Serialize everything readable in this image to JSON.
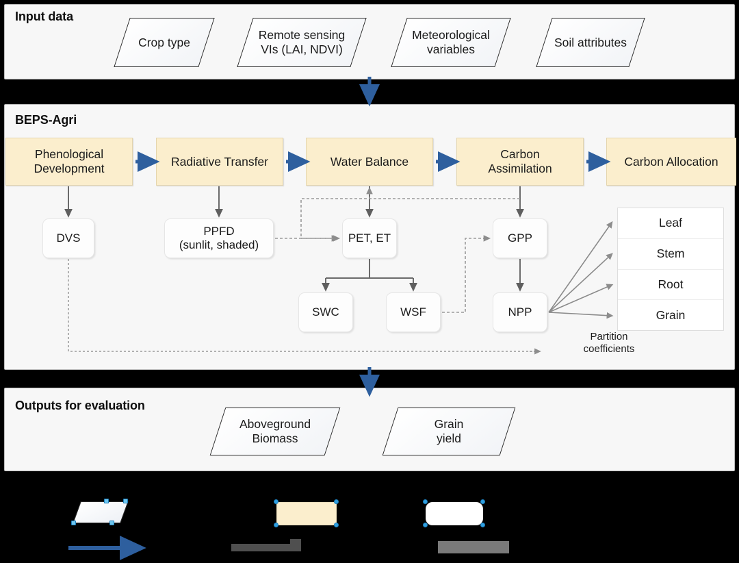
{
  "sections": {
    "input": {
      "title": "Input data"
    },
    "model": {
      "title": "BEPS-Agri"
    },
    "output": {
      "title": "Outputs for evaluation"
    }
  },
  "input_nodes": [
    {
      "label": "Crop type",
      "shape": "parallelogram"
    },
    {
      "label": "Remote sensing\nVIs (LAI, NDVI)",
      "shape": "parallelogram"
    },
    {
      "label": "Meteorological\nvariables",
      "shape": "parallelogram"
    },
    {
      "label": "Soil attributes",
      "shape": "parallelogram"
    }
  ],
  "process_nodes": [
    {
      "label": "Phenological\nDevelopment"
    },
    {
      "label": "Radiative Transfer"
    },
    {
      "label": "Water Balance"
    },
    {
      "label": "Carbon\nAssimilation"
    },
    {
      "label": "Carbon Allocation"
    }
  ],
  "variable_nodes": [
    {
      "label": "DVS"
    },
    {
      "label": "PPFD\n(sunlit, shaded)"
    },
    {
      "label": "PET, ET"
    },
    {
      "label": "GPP"
    },
    {
      "label": "SWC"
    },
    {
      "label": "WSF"
    },
    {
      "label": "NPP"
    }
  ],
  "allocation": {
    "rows": [
      "Leaf",
      "Stem",
      "Root",
      "Grain"
    ],
    "caption": "Partition\ncoefficients"
  },
  "output_nodes": [
    {
      "label": "Aboveground\nBiomass",
      "shape": "parallelogram"
    },
    {
      "label": "Grain\nyield",
      "shape": "parallelogram"
    }
  ],
  "legend": {
    "items": [
      {
        "shape": "parallelogram",
        "label_redacted": true
      },
      {
        "shape": "process-box",
        "label_redacted": true
      },
      {
        "shape": "variable-box",
        "label_redacted": true
      },
      {
        "shape": "solid-blue-arrow",
        "label_redacted": true
      },
      {
        "shape": "dashed-arrow",
        "label_redacted": true
      },
      {
        "shape": "dotted-arrow",
        "label_redacted": true
      }
    ]
  },
  "colors": {
    "panel_background": "#f7f7f7",
    "page_background": "#000000",
    "process_fill": "#fbeecd",
    "variable_fill": "#fdfdfd",
    "blue_arrow": "#2e5f9e",
    "gray_arrow": "#636363",
    "dotted_line": "#9a9a9a",
    "redaction": "#7a7a7a"
  }
}
